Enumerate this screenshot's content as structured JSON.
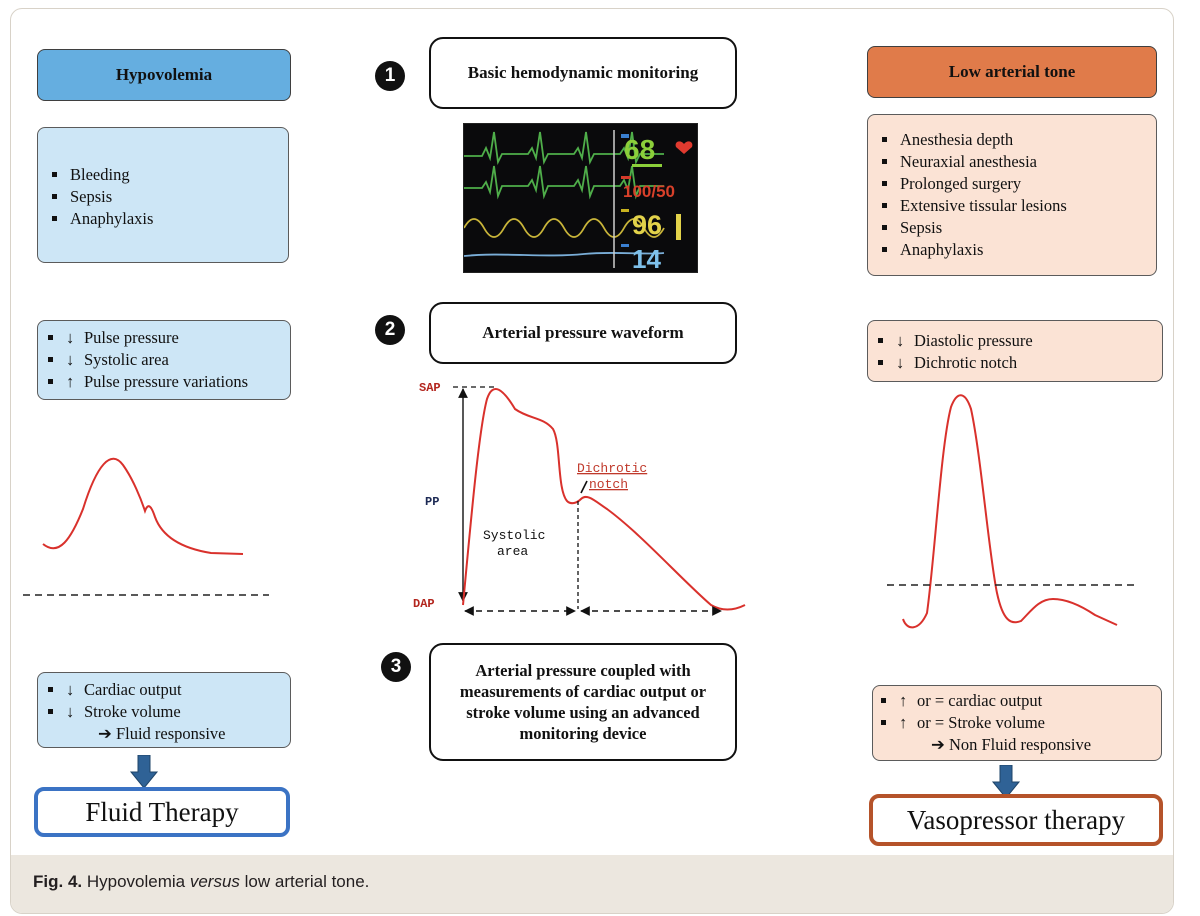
{
  "left": {
    "header": "Hypovolemia",
    "causes": [
      "Bleeding",
      "Sepsis",
      "Anaphylaxis"
    ],
    "waveform_signs": [
      {
        "arrow": "↓",
        "text": "Pulse pressure"
      },
      {
        "arrow": "↓",
        "text": "Systolic area"
      },
      {
        "arrow": "↑",
        "text": "Pulse pressure variations"
      }
    ],
    "output_signs": [
      {
        "arrow": "↓",
        "text": "Cardiac output"
      },
      {
        "arrow": "↓",
        "text": "Stroke volume"
      }
    ],
    "conclusion": "➔ Fluid responsive",
    "therapy": "Fluid Therapy",
    "colors": {
      "header": "#65aee0",
      "box": "#cde6f6",
      "therapy_border": "#3b73c4",
      "curve": "#d9312c"
    }
  },
  "center": {
    "steps": [
      {
        "number": "1",
        "label": "Basic hemodynamic monitoring"
      },
      {
        "number": "2",
        "label": "Arterial pressure waveform"
      },
      {
        "number": "3",
        "label": "Arterial pressure coupled with measurements of cardiac output or stroke volume using an advanced monitoring device"
      }
    ],
    "monitor": {
      "heart_rate": "68",
      "blood_pressure": "100/50",
      "spo2": "96",
      "resp_rate": "14"
    },
    "waveform_labels": {
      "sap": "SAP",
      "dap": "DAP",
      "pp": "PP",
      "systolic_area": "Systolic area",
      "dichrotic_notch": "Dichrotic notch"
    }
  },
  "right": {
    "header": "Low arterial tone",
    "causes": [
      "Anesthesia depth",
      "Neuraxial anesthesia",
      "Prolonged surgery",
      "Extensive tissular lesions",
      "Sepsis",
      "Anaphylaxis"
    ],
    "waveform_signs": [
      {
        "arrow": "↓",
        "text": "Diastolic pressure"
      },
      {
        "arrow": "↓",
        "text": "Dichrotic notch"
      }
    ],
    "output_signs": [
      {
        "arrow": "↑",
        "text": "or = cardiac output"
      },
      {
        "arrow": "↑",
        "text": "or = Stroke volume"
      }
    ],
    "conclusion": "➔ Non Fluid responsive",
    "therapy": "Vasopressor therapy",
    "colors": {
      "header": "#e07b4a",
      "box": "#fbe3d5",
      "therapy_border": "#b5532a",
      "curve": "#d9312c"
    }
  },
  "caption": {
    "fig_label": "Fig. 4.",
    "text_before": " Hypovolemia ",
    "text_italic": "versus",
    "text_after": " low arterial tone."
  }
}
